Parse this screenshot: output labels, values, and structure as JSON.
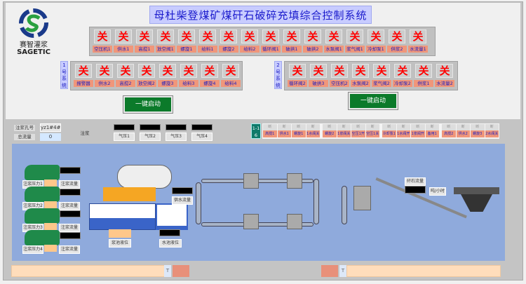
{
  "title": "母杜柴登煤矿煤矸石破碎充填综合控制系统",
  "logo": {
    "cn": "赛智灌浆",
    "en": "SAGETIC"
  },
  "switch_state": "关",
  "main_row": [
    "空压机1",
    "供水1",
    "高搅1",
    "放空阀1",
    "螺旋1",
    "给料1",
    "螺旋2",
    "给料2",
    "循环阀1",
    "破拱1",
    "破拱2",
    "水泵阀1",
    "浆气阀1",
    "冷却泵1",
    "供浆2",
    "水流量1"
  ],
  "sys1": {
    "label": "1号系统",
    "items": [
      "报警器",
      "供水2",
      "高搅2",
      "放空阀2",
      "螺旋3",
      "给料3",
      "螺旋4",
      "给料4"
    ]
  },
  "sys2": {
    "label": "2号系统",
    "items": [
      "循环阀2",
      "破拱3",
      "空压机2",
      "水泵阀2",
      "浆气阀2",
      "冷却泵2",
      "供浆1",
      "水流量2"
    ]
  },
  "start_button": "一键启动",
  "info": {
    "hole_label": "注浆孔号",
    "hole_value": "yz1#4#",
    "total_label": "总流量",
    "total_value": "0",
    "grout_label": "注浆"
  },
  "pressures": [
    "气压1",
    "气压2",
    "气压3",
    "气压4"
  ],
  "status": {
    "range": "1-16",
    "top": "断",
    "items": [
      "高搅1",
      "供水1",
      "螺旋1",
      "1水阀关",
      "螺旋2",
      "1浆阀关",
      "空压1开",
      "空压1关",
      "冷却泵1",
      "1水阀开",
      "1浆阀开",
      "备用1",
      "高搅2",
      "供水2",
      "螺旋3",
      "2水阀关"
    ]
  },
  "process": {
    "pumps": [
      {
        "pressure": "注浆压力1",
        "flow": "注浆流量"
      },
      {
        "pressure": "注浆压力2",
        "flow": "注浆流量"
      },
      {
        "pressure": "注浆压力3",
        "flow": "注浆流量"
      },
      {
        "pressure": "注浆压力4",
        "flow": "注浆流量"
      }
    ],
    "water_supply": "供水流量",
    "slurry_level": "浆池液位",
    "water_level": "水池液位",
    "gangue_flow": "矸石流量",
    "unit": "吨/小时"
  },
  "scroll_icon": "T"
}
